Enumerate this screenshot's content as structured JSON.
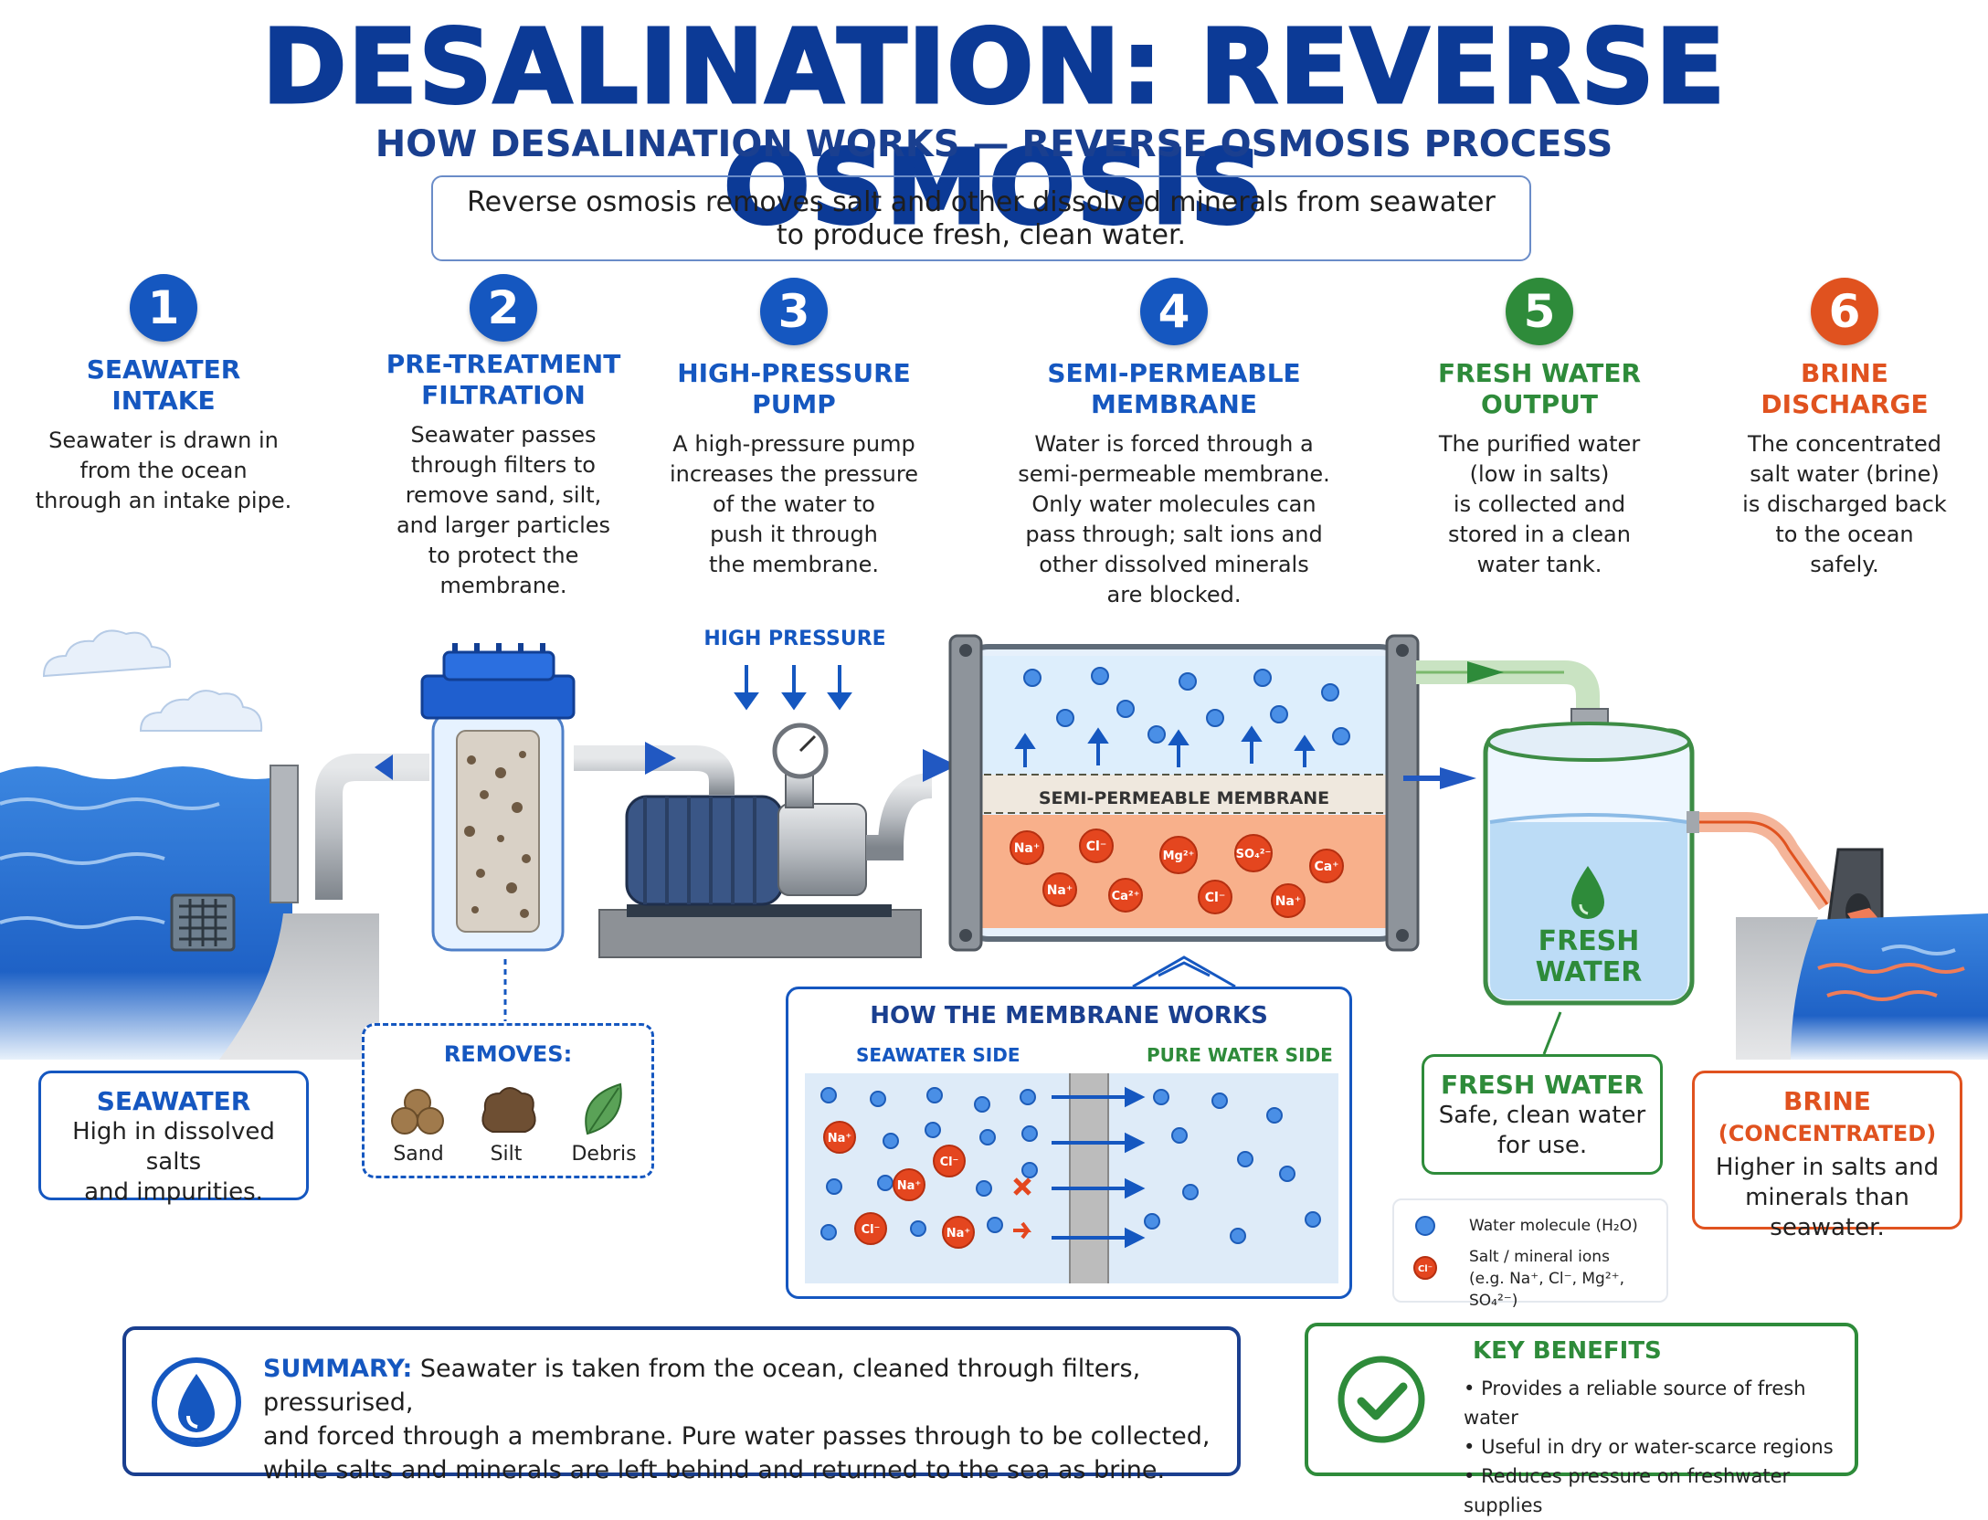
{
  "header": {
    "title": "DESALINATION: REVERSE OSMOSIS",
    "subtitle": "HOW DESALINATION WORKS — REVERSE OSMOSIS PROCESS",
    "intro_line1": "Reverse osmosis removes salt and other dissolved minerals from seawater",
    "intro_line2": "to produce fresh, clean water."
  },
  "steps": [
    {
      "num": "1",
      "title_line1": "SEAWATER INTAKE",
      "title_line2": "",
      "desc": [
        "Seawater is drawn in",
        "from the ocean",
        "through an intake pipe."
      ],
      "color": "#1557c0"
    },
    {
      "num": "2",
      "title_line1": "PRE-TREATMENT",
      "title_line2": "FILTRATION",
      "desc": [
        "Seawater passes",
        "through filters to",
        "remove sand, silt,",
        "and larger particles",
        "to protect the",
        "membrane."
      ],
      "color": "#1557c0"
    },
    {
      "num": "3",
      "title_line1": "HIGH-PRESSURE",
      "title_line2": "PUMP",
      "desc": [
        "A high-pressure pump",
        "increases the pressure",
        "of the water to",
        "push it through",
        "the membrane."
      ],
      "color": "#1557c0"
    },
    {
      "num": "4",
      "title_line1": "SEMI-PERMEABLE",
      "title_line2": "MEMBRANE",
      "desc": [
        "Water is forced through a",
        "semi-permeable membrane.",
        "Only water molecules can",
        "pass through; salt ions and",
        "other dissolved minerals",
        "are blocked."
      ],
      "color": "#1557c0"
    },
    {
      "num": "5",
      "title_line1": "FRESH WATER",
      "title_line2": "OUTPUT",
      "desc": [
        "The purified water",
        "(low in salts)",
        "is collected and",
        "stored in a clean",
        "water tank."
      ],
      "color": "#2e8b3a"
    },
    {
      "num": "6",
      "title_line1": "BRINE",
      "title_line2": "DISCHARGE",
      "desc": [
        "The concentrated",
        "salt water (brine)",
        "is discharged back",
        "to the ocean",
        "safely."
      ],
      "color": "#e0521f"
    }
  ],
  "diagram": {
    "high_pressure_label": "HIGH PRESSURE",
    "membrane_label": "SEMI-PERMEABLE MEMBRANE",
    "tank_label_line1": "FRESH",
    "tank_label_line2": "WATER",
    "ions_top": [
      "Na⁺",
      "Cl⁻",
      "Mg²⁺",
      "SO₄²⁻",
      "Ca⁺"
    ],
    "ions_bottom": [
      "Na⁺",
      "Ca²⁺",
      "Cl⁻",
      "Na⁺"
    ]
  },
  "seawater_box": {
    "title": "SEAWATER",
    "desc_line1": "High in dissolved salts",
    "desc_line2": "and impurities."
  },
  "removes_box": {
    "title": "REMOVES:",
    "items": [
      "Sand",
      "Silt",
      "Debris"
    ]
  },
  "membrane_box": {
    "title": "HOW THE MEMBRANE WORKS",
    "left_label": "SEAWATER SIDE",
    "right_label": "PURE WATER SIDE",
    "ions": [
      "Na⁺",
      "Cl⁻",
      "Na⁺",
      "Cl⁻",
      "Na⁺"
    ]
  },
  "fresh_box": {
    "title": "FRESH WATER",
    "desc_line1": "Safe, clean water",
    "desc_line2": "for use."
  },
  "brine_box": {
    "title_main": "BRINE",
    "title_sub": "(CONCENTRATED)",
    "desc_line1": "Higher in salts and",
    "desc_line2": "minerals than",
    "desc_line3": "seawater."
  },
  "legend": {
    "water_label": "Water molecule (H₂O)",
    "ion_symbol": "Cl⁻",
    "ion_label_line1": "Salt / mineral ions",
    "ion_label_line2": "(e.g. Na⁺, Cl⁻, Mg²⁺, SO₄²⁻)"
  },
  "summary": {
    "label": "SUMMARY:",
    "line1": "Seawater is taken from the ocean, cleaned through filters, pressurised,",
    "line2": "and forced through a membrane. Pure water passes through to be collected,",
    "line3": "while salts and minerals are left behind and returned to the sea as brine."
  },
  "benefits": {
    "title": "KEY BENEFITS",
    "items": [
      "Provides a reliable source of fresh water",
      "Useful in dry or water-scarce regions",
      "Reduces pressure on freshwater supplies"
    ]
  },
  "colors": {
    "title_blue": "#0c3a96",
    "step_blue": "#1557c0",
    "green": "#2e8b3a",
    "orange": "#e0521f",
    "water_blue": "#2f78d8"
  }
}
